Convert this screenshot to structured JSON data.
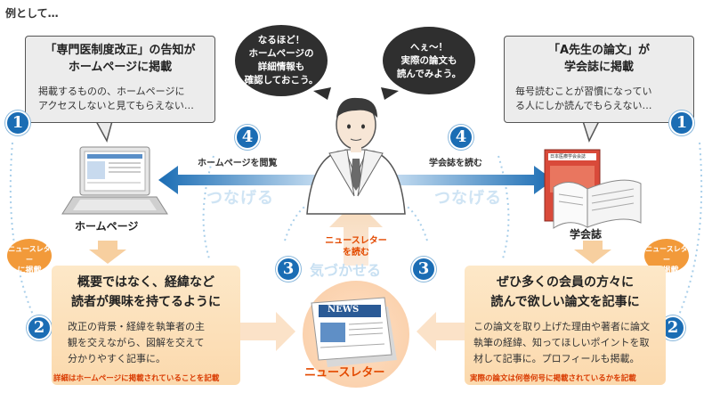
{
  "title": "例として…",
  "left_box": {
    "head": [
      "「専門医制度改正」の告知が",
      "ホームページに掲載"
    ],
    "body": [
      "掲載するものの、ホームページに",
      "アクセスしないと見てもらえない…"
    ]
  },
  "right_box": {
    "head": [
      "「A先生の論文」が",
      "学会誌に掲載"
    ],
    "body": [
      "毎号読むことが習慣になってい",
      "る人にしか読んでもらえない…"
    ]
  },
  "bubble_left": [
    "なるほど！",
    "ホームページの",
    "詳細情報も",
    "確認しておこう。"
  ],
  "bubble_right": [
    "へぇ～！",
    "実際の論文も",
    "読んでみよう。"
  ],
  "numbers": {
    "one": "1",
    "two": "2",
    "three": "3",
    "four": "4"
  },
  "arrow_left_label": "ホームページを閲覧",
  "arrow_right_label": "学会誌を読む",
  "connect_text": "つなげる",
  "notice_text": "気づかせる",
  "label_homepage": "ホームページ",
  "label_journal": "学会誌",
  "label_newsletter": "ニュースレター",
  "newsletter_read": [
    "ニュースレター",
    "を読む"
  ],
  "tag_text": [
    "ニュースレター",
    "に掲載"
  ],
  "newspaper_title": "NEWS",
  "journal_cover_title": "日本医療学会会誌",
  "left_orange": {
    "head": [
      "概要ではなく、経緯など",
      "読者が興味を持てるように"
    ],
    "body": [
      "改正の背景・経緯を執筆者の主",
      "観を交えながら、図解を交えて",
      "分かりやすく記事に。"
    ],
    "note": "詳細はホームページに掲載されていることを記載"
  },
  "right_orange": {
    "head": [
      "ぜひ多くの会員の方々に",
      "読んで欲しい論文を記事に"
    ],
    "body": [
      "この論文を取り上げた理由や著者に論文",
      "執筆の経緯、知ってほしいポイントを取",
      "材して記事に。プロフィールも掲載。"
    ],
    "note": "実際の論文は何巻何号に掲載されているかを記載"
  },
  "colors": {
    "blue": "#1b6db4",
    "orange": "#f29a3a",
    "note_red": "#d93a00",
    "orange_box": "#fbd9ad",
    "gray_box": "#ececec",
    "bubble": "#2f2f2f"
  }
}
